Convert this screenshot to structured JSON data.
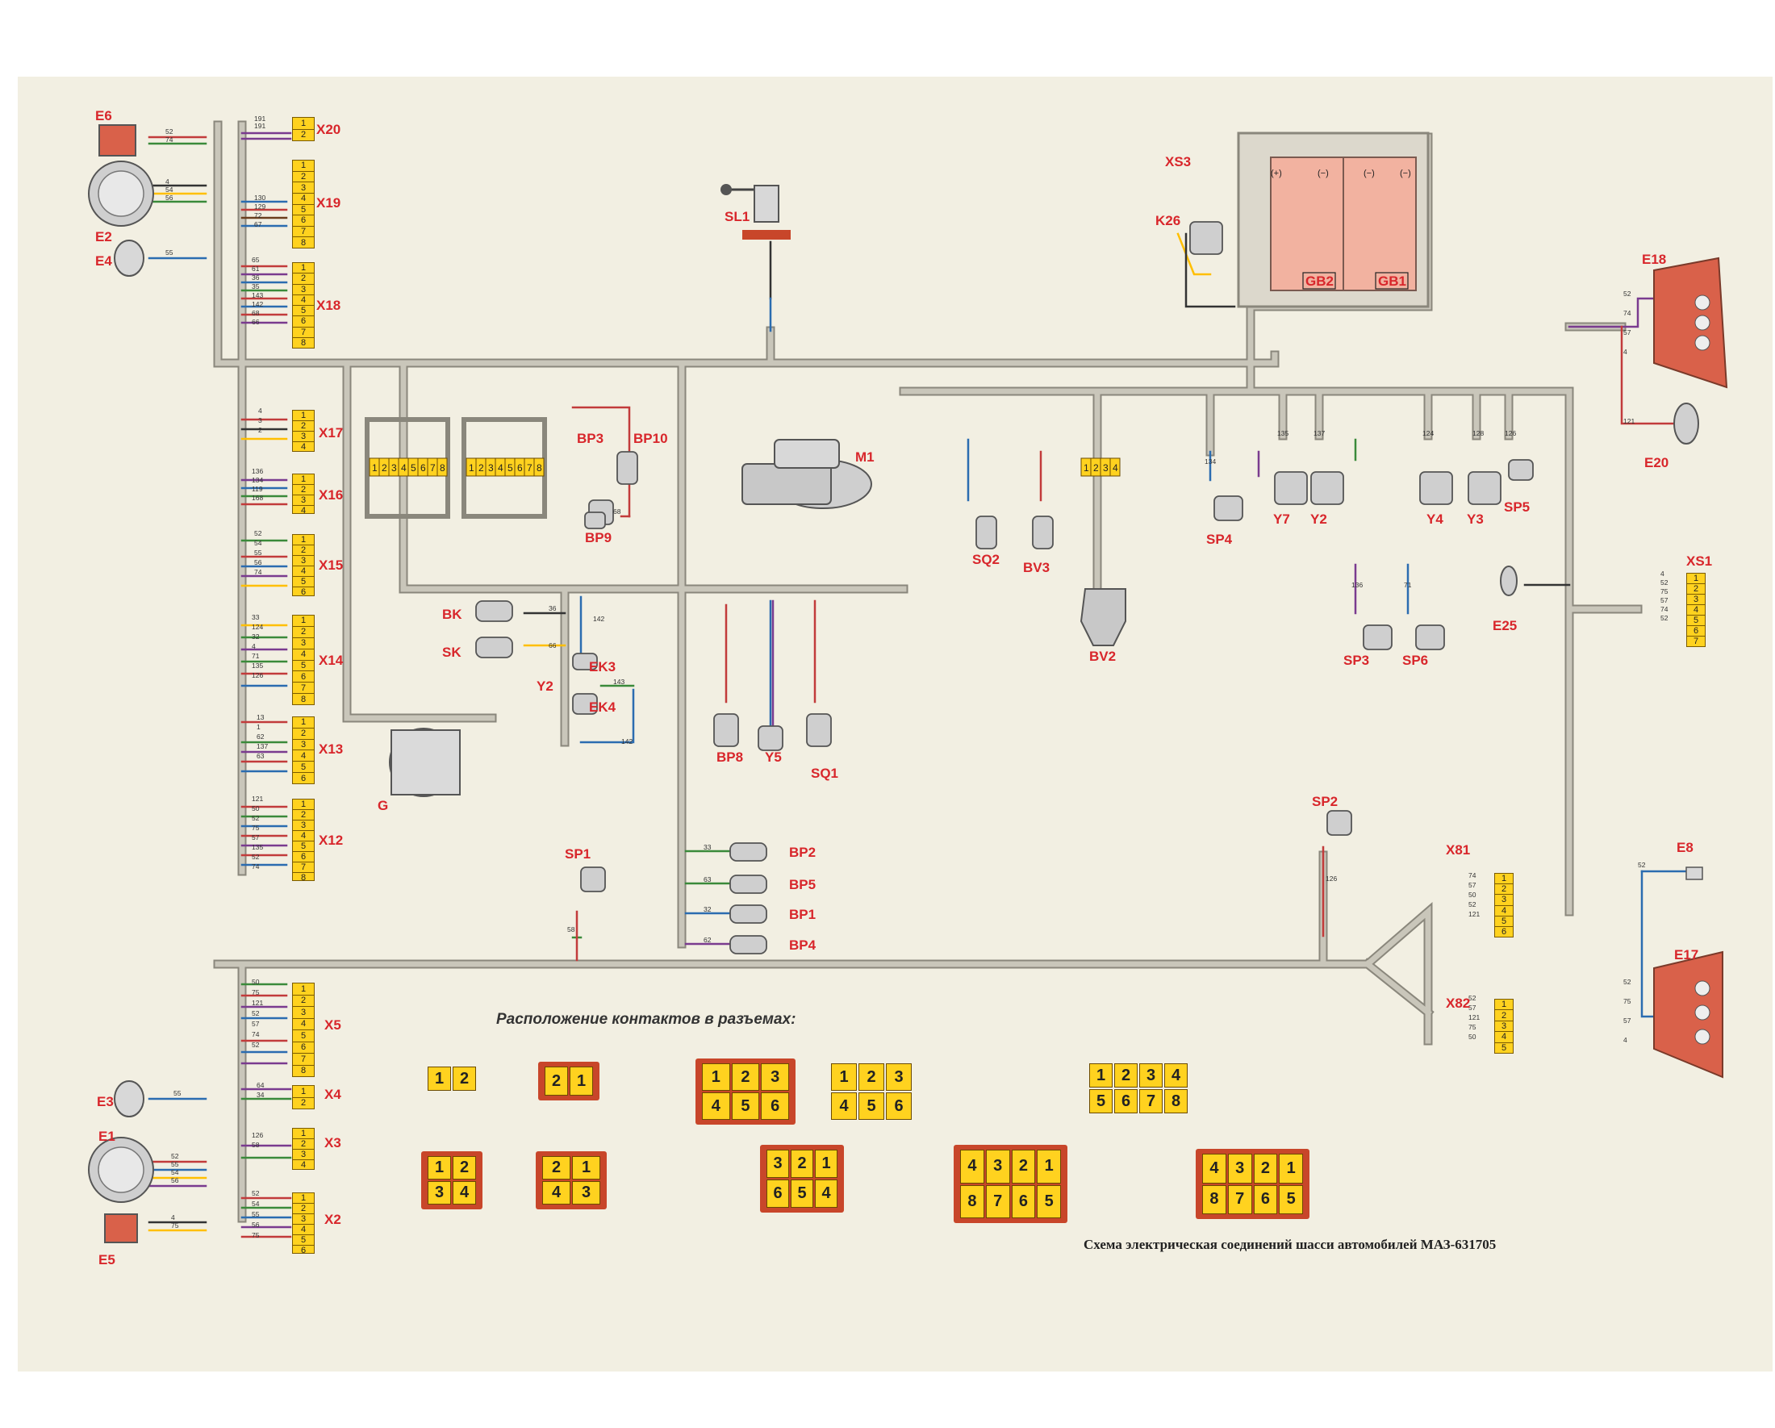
{
  "title": "Схема электрическая соединений шасси автомобилей МАЗ-631705",
  "contacts_note": "Расположение контактов в разъемах:",
  "components": {
    "E6": "E6",
    "E2": "E2",
    "E4": "E4",
    "E3": "E3",
    "E1": "E1",
    "E5": "E5",
    "X20": "X20",
    "X19": "X19",
    "X18": "X18",
    "X17": "X17",
    "X16": "X16",
    "X15": "X15",
    "X14": "X14",
    "X13": "X13",
    "X12": "X12",
    "X5": "X5",
    "X4": "X4",
    "X3": "X3",
    "X2": "X2",
    "SL1": "SL1",
    "M1": "M1",
    "BP3": "BP3",
    "BP10": "BP10",
    "BP9": "BP9",
    "BK": "BK",
    "SK": "SK",
    "EK3": "EK3",
    "Y2a": "Y2",
    "EK4": "EK4",
    "G": "G",
    "BP8": "BP8",
    "Y5": "Y5",
    "SQ1": "SQ1",
    "SP1": "SP1",
    "BP2": "BP2",
    "BP5": "BP5",
    "BP1": "BP1",
    "BP4": "BP4",
    "XS3": "XS3",
    "K26": "K26",
    "GB2": "GB2",
    "GB1": "GB1",
    "SQ2": "SQ2",
    "BV3": "BV3",
    "BV2": "BV2",
    "SP4": "SP4",
    "Y7": "Y7",
    "Y2b": "Y2",
    "Y4": "Y4",
    "Y3": "Y3",
    "SP5": "SP5",
    "SP3": "SP3",
    "SP6": "SP6",
    "SP2": "SP2",
    "E18": "E18",
    "E20": "E20",
    "XS1": "XS1",
    "E25": "E25",
    "X81": "X81",
    "X82": "X82",
    "E8": "E8",
    "E17": "E17"
  },
  "connector_pins": {
    "X20": [
      "1",
      "2"
    ],
    "X19": [
      "1",
      "2",
      "3",
      "4",
      "5",
      "6",
      "7",
      "8"
    ],
    "X18": [
      "1",
      "2",
      "3",
      "4",
      "5",
      "6",
      "7",
      "8"
    ],
    "X17": [
      "1",
      "2",
      "3",
      "4"
    ],
    "X16": [
      "1",
      "2",
      "3",
      "4"
    ],
    "X15": [
      "1",
      "2",
      "3",
      "4",
      "5",
      "6"
    ],
    "X14": [
      "1",
      "2",
      "3",
      "4",
      "5",
      "6",
      "7",
      "8"
    ],
    "X13": [
      "1",
      "2",
      "3",
      "4",
      "5",
      "6"
    ],
    "X12": [
      "1",
      "2",
      "3",
      "4",
      "5",
      "6",
      "7",
      "8"
    ],
    "X5": [
      "1",
      "2",
      "3",
      "4",
      "5",
      "6",
      "7",
      "8"
    ],
    "X4": [
      "1",
      "2"
    ],
    "X3": [
      "1",
      "2",
      "3",
      "4"
    ],
    "X2": [
      "1",
      "2",
      "3",
      "4",
      "5",
      "6"
    ],
    "X81": [
      "1",
      "2",
      "3",
      "4",
      "5",
      "6"
    ],
    "X82": [
      "1",
      "2",
      "3",
      "4",
      "5"
    ],
    "XS1": [
      "1",
      "2",
      "3",
      "4",
      "5",
      "6",
      "7"
    ]
  },
  "wire_numbers": {
    "X20": [
      "191",
      "191"
    ],
    "X19": [
      "130",
      "129",
      "72",
      "67"
    ],
    "X18": [
      "65",
      "61",
      "36",
      "35",
      "143",
      "142",
      "68",
      "66"
    ],
    "X17": [
      "4",
      "3",
      "2"
    ],
    "X16": [
      "136",
      "134",
      "119",
      "168"
    ],
    "X15": [
      "52",
      "54",
      "55",
      "56",
      "74"
    ],
    "X14": [
      "33",
      "124",
      "32",
      "4",
      "71",
      "135",
      "126"
    ],
    "X13": [
      "13",
      "1",
      "62",
      "137",
      "63"
    ],
    "X12": [
      "121",
      "50",
      "52",
      "75",
      "57",
      "135",
      "52",
      "74"
    ],
    "X5": [
      "50",
      "75",
      "121",
      "52",
      "57",
      "74",
      "52"
    ],
    "X4": [
      "64",
      "34"
    ],
    "X3": [
      "126",
      "58"
    ],
    "X2": [
      "52",
      "54",
      "55",
      "56",
      "75"
    ],
    "X81": [
      "74",
      "57",
      "50",
      "52",
      "121"
    ],
    "X82": [
      "52",
      "57",
      "121",
      "75",
      "50"
    ],
    "XS1": [
      "4",
      "52",
      "75",
      "57",
      "74",
      "52"
    ],
    "E6": [
      "52",
      "74"
    ],
    "E2": [
      "4",
      "54",
      "56"
    ],
    "E4": [
      "55"
    ],
    "E3": [
      "55"
    ],
    "E1": [
      "52",
      "55",
      "54",
      "56"
    ],
    "E5": [
      "4",
      "75"
    ],
    "E18": [
      "52",
      "74",
      "57",
      "4"
    ],
    "E17": [
      "52",
      "75",
      "57",
      "4"
    ],
    "E8": [
      "52"
    ],
    "E20": [
      "121"
    ],
    "BK": [
      "36"
    ],
    "SK": [
      "66"
    ],
    "EK3": [
      "142"
    ],
    "EK4": [
      "142"
    ],
    "Y2a": [
      "143"
    ],
    "BP2": [
      "33"
    ],
    "BP5": [
      "63"
    ],
    "BP1": [
      "32"
    ],
    "BP4": [
      "62"
    ],
    "BP9": [
      "68"
    ],
    "SP1": [
      "58"
    ],
    "SP2": [
      "126"
    ],
    "SP4": [
      "134"
    ],
    "Y7": [
      "135"
    ],
    "Y2b": [
      "137"
    ],
    "Y4": [
      "124"
    ],
    "Y3": [
      "128"
    ],
    "SP5": [
      "126"
    ],
    "SP3": [
      "136"
    ],
    "SP6": [
      "71"
    ]
  },
  "pin_layouts": [
    {
      "cells": [
        "1",
        "2"
      ],
      "cols": 2
    },
    {
      "cells": [
        "2",
        "1"
      ],
      "cols": 2
    },
    {
      "cells": [
        "1",
        "2",
        "3",
        "4",
        "5",
        "6"
      ],
      "cols": 3
    },
    {
      "cells": [
        "1",
        "2",
        "3",
        "4",
        "5",
        "6"
      ],
      "cols": 3
    },
    {
      "cells": [
        "1",
        "2",
        "3",
        "4",
        "5",
        "6",
        "7",
        "8"
      ],
      "cols": 4
    },
    {
      "cells": [
        "1",
        "2",
        "3",
        "4"
      ],
      "cols": 2
    },
    {
      "cells": [
        "2",
        "1",
        "4",
        "3"
      ],
      "cols": 2
    },
    {
      "cells": [
        "3",
        "2",
        "1",
        "6",
        "5",
        "4"
      ],
      "cols": 3
    },
    {
      "cells": [
        "4",
        "3",
        "2",
        "1",
        "8",
        "7",
        "6",
        "5"
      ],
      "cols": 4
    },
    {
      "cells": [
        "4",
        "3",
        "2",
        "1",
        "8",
        "7",
        "6",
        "5"
      ],
      "cols": 4
    }
  ],
  "block_pins": [
    "1",
    "2",
    "3",
    "4",
    "5",
    "6",
    "7",
    "8"
  ],
  "four_pins": [
    "1",
    "2",
    "3",
    "4"
  ],
  "battery_terms": [
    "(+)",
    "(−)",
    "(−)",
    "(−)"
  ],
  "colors": {
    "harness": "#b9b6aa",
    "harness_edge": "#8a877c",
    "terminal": "#ffd21f",
    "label": "#d8262b",
    "paper": "#f2efe2",
    "battery": "#f2b2a0",
    "lamp_red": "#d9614a"
  }
}
